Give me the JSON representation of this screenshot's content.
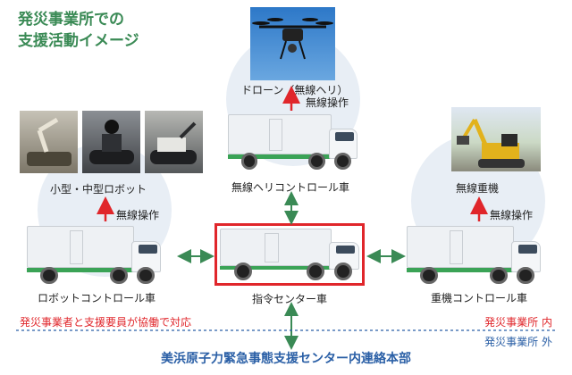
{
  "title": {
    "line1": "発災事業所での",
    "line2": "支援活動イメージ"
  },
  "drone": {
    "label": "ドローン（無線ヘリ）",
    "control_label": "無線操作"
  },
  "robot": {
    "label": "小型・中型ロボット",
    "control_label": "無線操作"
  },
  "heavy": {
    "label": "無線重機",
    "control_label": "無線操作"
  },
  "vehicles": {
    "heli_control": "無線ヘリコントロール車",
    "robot_control": "ロボットコントロール車",
    "command_center": "指令センター車",
    "heavy_control": "重機コントロール車"
  },
  "notes": {
    "cooperation": "発災事業者と支援要員が協働で対応",
    "inside": "発災事業所 内",
    "outside": "発災事業所 外"
  },
  "hq": "美浜原子力緊急事態支援センター内連絡本部",
  "colors": {
    "title_green": "#3a8a55",
    "arrow_red": "#e0262b",
    "arrow_green": "#3a8a55",
    "text_blue": "#2a5fa6",
    "highlight_red": "#e0262b",
    "bubble": "#e8eef5"
  }
}
